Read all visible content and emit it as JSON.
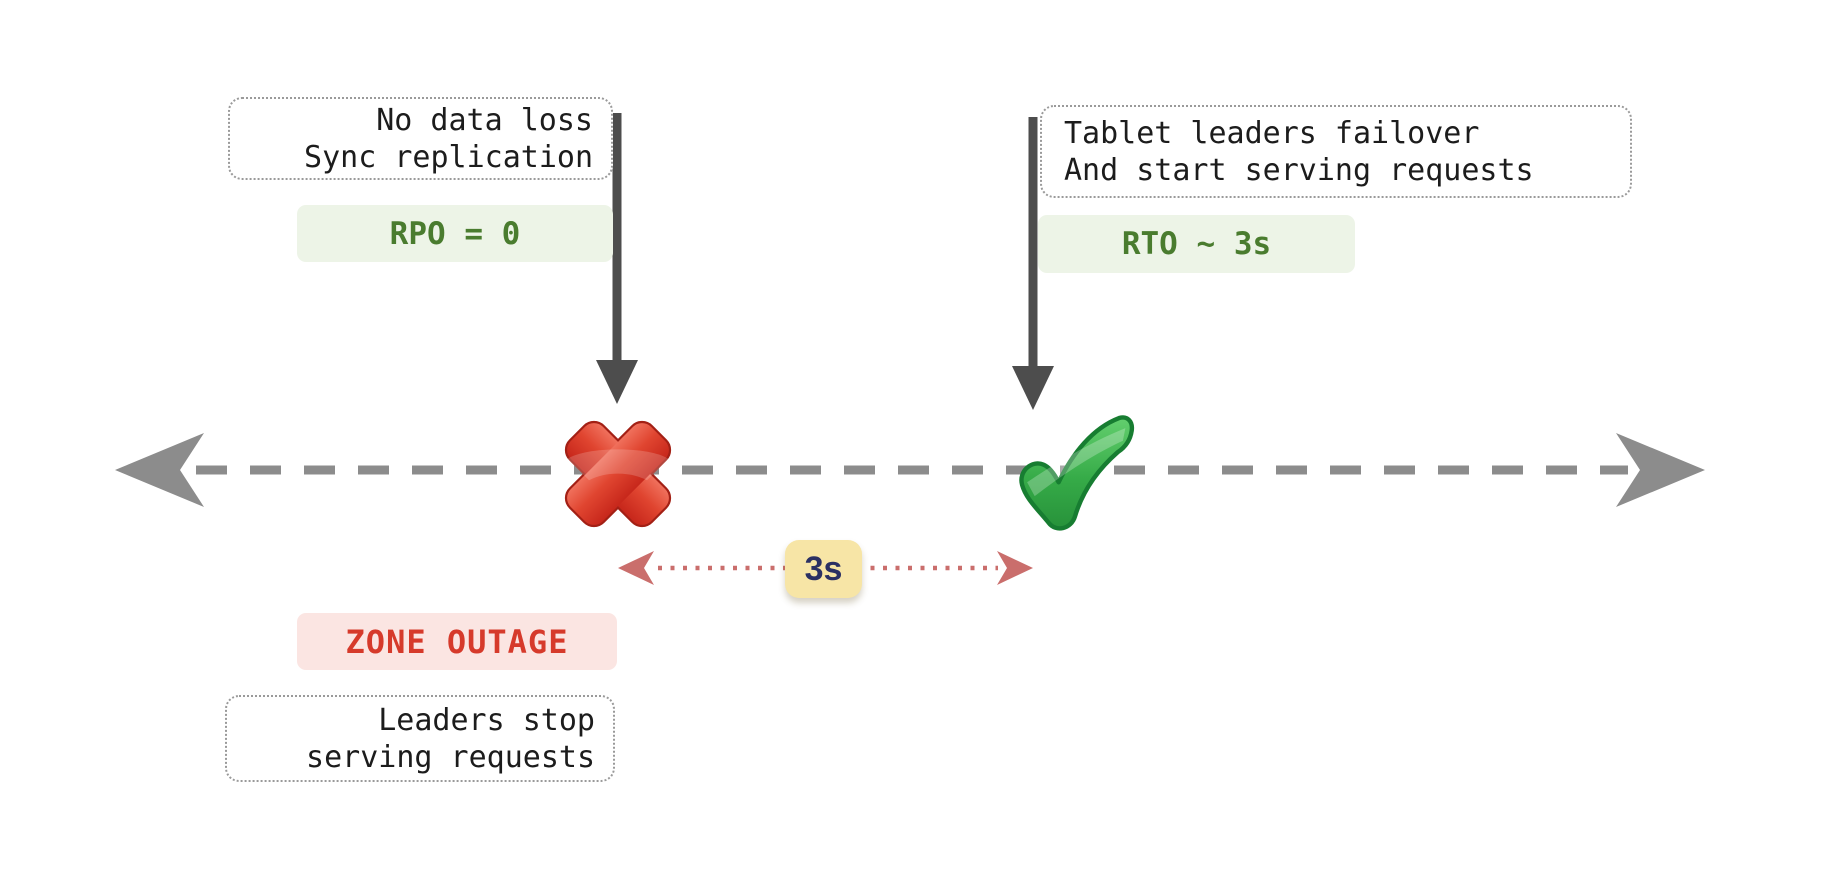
{
  "diagram": {
    "title_hint": "zone-outage-failover-timeline",
    "notes": {
      "pre_outage": {
        "line1": "No data loss",
        "line2": "Sync replication"
      },
      "failover": {
        "line1": "Tablet leaders failover",
        "line2": "And start serving requests"
      },
      "outage": {
        "line1": "Leaders stop",
        "line2": "serving requests"
      }
    },
    "badges": {
      "rpo": {
        "label": "RPO = 0"
      },
      "rto": {
        "label": "RTO ~ 3s"
      },
      "zone": {
        "label": "ZONE OUTAGE"
      },
      "duration": {
        "label": "3s"
      }
    },
    "icons": {
      "outage_marker": "red-cross-mark",
      "recovery_marker": "green-check-mark"
    },
    "colors": {
      "badge_green_bg": "#edf4e7",
      "badge_green_text": "#4a7c2f",
      "badge_red_bg": "#fbe5e2",
      "badge_red_text": "#d63a2b",
      "badge_yellow_bg": "#f7e5a6",
      "badge_yellow_text": "#2b3063",
      "timeline_gray": "#8c8c8c",
      "event_arrow_dark": "#4d4d4d",
      "duration_arrow_red": "#ca6e6c",
      "note_border_gray": "#9a9a9a",
      "cross_red": "#dc3b2a",
      "check_green": "#2f9e41"
    }
  }
}
